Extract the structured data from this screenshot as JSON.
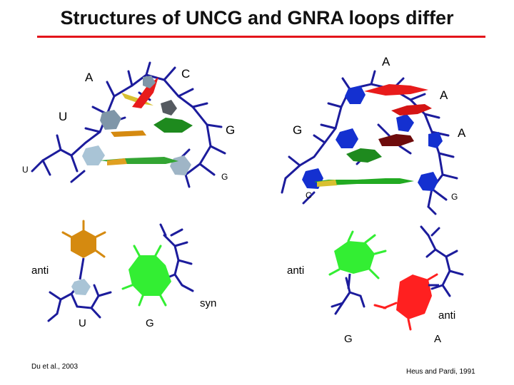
{
  "title": "Structures of UNCG and GNRA loops differ",
  "colors": {
    "title_rule": "#e3141b",
    "backbone": "#1c1c9c",
    "uridine": "#a9c4d6",
    "cytidine": "#e08c10",
    "guanosine_top": "#1e8a1e",
    "guanosine_bottom": "#33ee33",
    "adenosine": "#e81b1b",
    "gnra_loop_base": "#1430d0",
    "dark_adenosine": "#6e0b0b"
  },
  "uncg_loop": {
    "labels": [
      "A",
      "C",
      "U",
      "G",
      "U",
      "G"
    ]
  },
  "gnra_loop": {
    "labels": [
      "A",
      "A",
      "G",
      "A",
      "C",
      "G"
    ]
  },
  "uncg_bases": {
    "labels": [
      "anti",
      "U",
      "G",
      "syn"
    ]
  },
  "gnra_bases": {
    "labels": [
      "anti",
      "anti",
      "G",
      "A"
    ]
  },
  "citations": {
    "left": "Du et al., 2003",
    "right": "Heus and Pardi, 1991"
  }
}
